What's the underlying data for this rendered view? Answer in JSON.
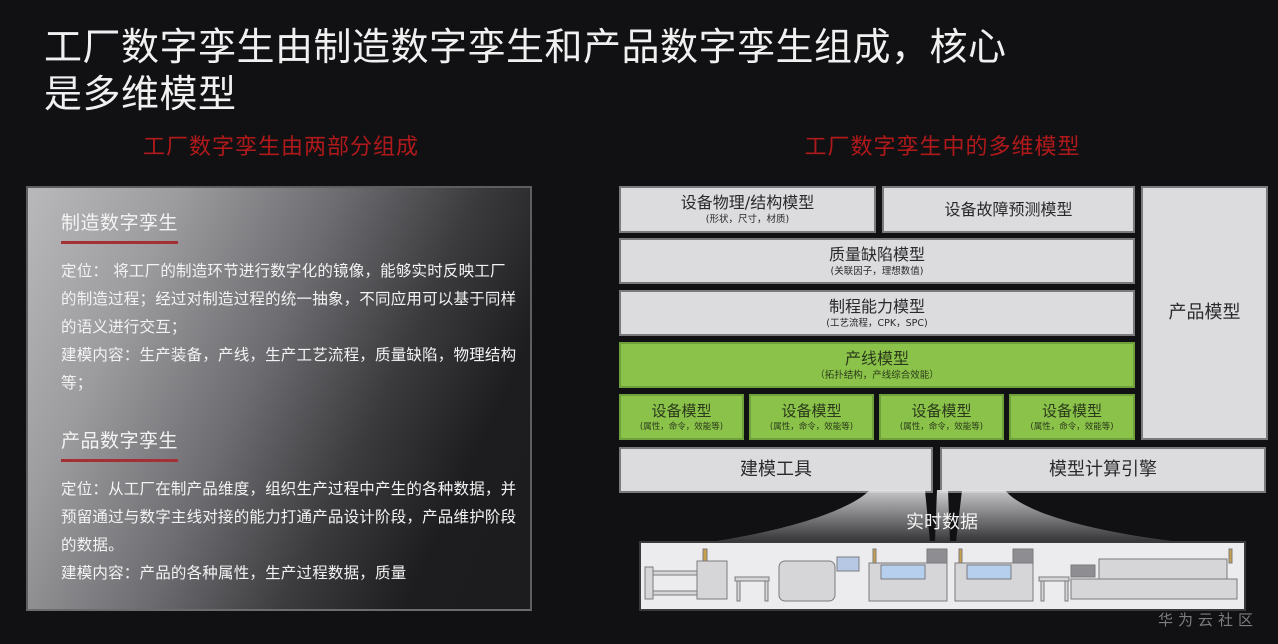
{
  "title": {
    "line1": "工厂数字孪生由制造数字孪生和产品数字孪生组成，核心",
    "line2": "是多维模型"
  },
  "left_section": {
    "heading": "工厂数字孪生由两部分组成",
    "blocks": [
      {
        "title": "制造数字孪生",
        "paragraphs": [
          "定位：  将工厂的制造环节进行数字化的镜像，能够实时反映工厂的制造过程；经过对制造过程的统一抽象，不同应用可以基于同样的语义进行交互；",
          "建模内容：生产装备，产线，生产工艺流程，质量缺陷，物理结构等；"
        ]
      },
      {
        "title": "产品数字孪生",
        "paragraphs": [
          "定位：从工厂在制产品维度，组织生产过程中产生的各种数据，并预留通过与数字主线对接的能力打通产品设计阶段，产品维护阶段的数据。",
          "建模内容：产品的各种属性，生产过程数据，质量"
        ]
      }
    ]
  },
  "right_section": {
    "heading": "工厂数字孪生中的多维模型",
    "models": {
      "physical": {
        "title": "设备物理/结构模型",
        "sub": "(形状，尺寸，材质)"
      },
      "fault": {
        "title": "设备故障预测模型"
      },
      "quality": {
        "title": "质量缺陷模型",
        "sub": "(关联因子，理想数值)"
      },
      "process": {
        "title": "制程能力模型",
        "sub": "(工艺流程，CPK，SPC)"
      },
      "line": {
        "title": "产线模型",
        "sub": "（拓扑结构，产线综合效能）"
      },
      "devices": [
        {
          "title": "设备模型",
          "sub": "(属性，命令，效能等)"
        },
        {
          "title": "设备模型",
          "sub": "(属性，命令，效能等)"
        },
        {
          "title": "设备模型",
          "sub": "(属性，命令，效能等)"
        },
        {
          "title": "设备模型",
          "sub": "(属性，命令，效能等)"
        }
      ],
      "product": {
        "title": "产品模型"
      },
      "tools": {
        "title": "建模工具"
      },
      "engine": {
        "title": "模型计算引擎"
      }
    },
    "realtime_label": "实时数据"
  },
  "colors": {
    "background": "#111113",
    "heading_red": "#b0191b",
    "box_gray": "#dcdbde",
    "box_green": "#8bc34a",
    "underline_red": "#a43036"
  },
  "watermark": "华为云社区"
}
